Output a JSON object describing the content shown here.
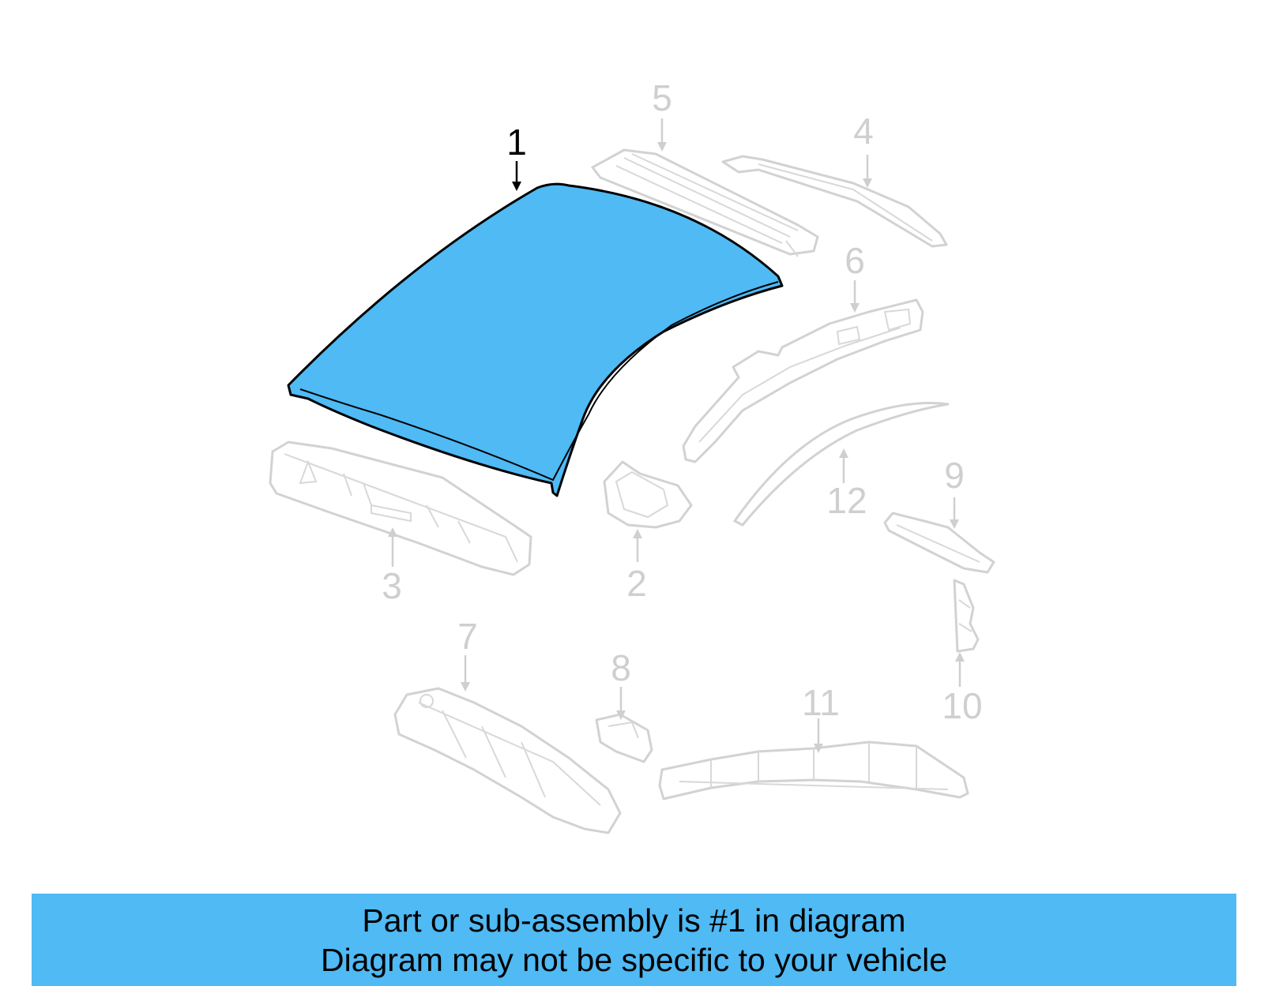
{
  "diagram": {
    "highlight_color": "#4fbaf4",
    "muted_color": "#d2d2d2",
    "selected_part": "1",
    "callouts": [
      {
        "id": "roof-panel",
        "label": "1"
      },
      {
        "id": "bracket",
        "label": "2"
      },
      {
        "id": "rear-header",
        "label": "3"
      },
      {
        "id": "side-rail-outer",
        "label": "4"
      },
      {
        "id": "front-header",
        "label": "5"
      },
      {
        "id": "side-rail-inner",
        "label": "6"
      },
      {
        "id": "package-tray",
        "label": "7"
      },
      {
        "id": "clip",
        "label": "8"
      },
      {
        "id": "reinforcement",
        "label": "9"
      },
      {
        "id": "gusset",
        "label": "10"
      },
      {
        "id": "rear-panel",
        "label": "11"
      },
      {
        "id": "drip-molding",
        "label": "12"
      }
    ]
  },
  "banner": {
    "line1": "Part or sub-assembly is #1 in diagram",
    "line2": "Diagram may not be specific to your vehicle",
    "background": "#4fbaf4"
  }
}
